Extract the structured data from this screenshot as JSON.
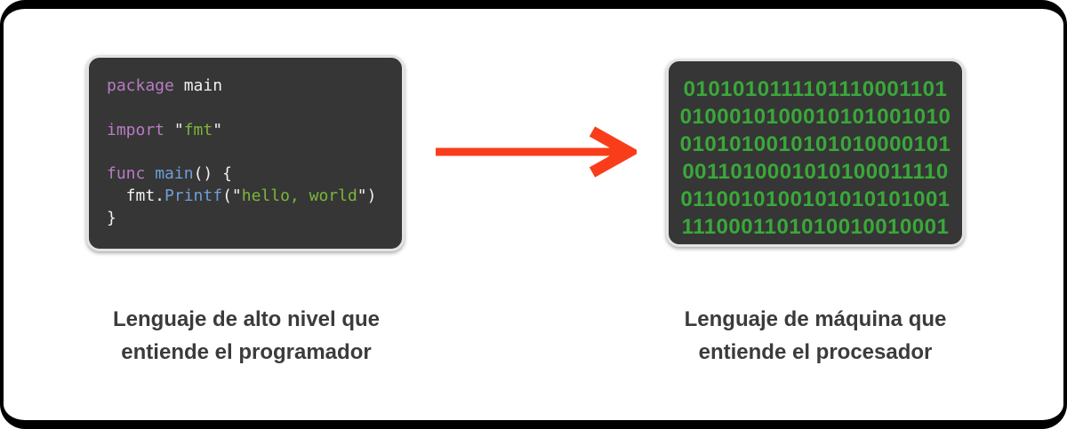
{
  "canvas": {
    "frame_color": "#000000",
    "background": "#ffffff"
  },
  "code_panel": {
    "background": "#363636",
    "border_color": "#e3e3e3",
    "token_colors": {
      "keyword": "#b87cc3",
      "plain": "#f1f1f1",
      "func": "#6f9ed6",
      "string": "#7cb63a"
    },
    "lines": [
      {
        "tokens": [
          {
            "text": "package",
            "type": "keyword"
          },
          {
            "text": " main",
            "type": "plain"
          }
        ]
      },
      {
        "tokens": []
      },
      {
        "tokens": [
          {
            "text": "import",
            "type": "keyword"
          },
          {
            "text": " \"",
            "type": "plain"
          },
          {
            "text": "fmt",
            "type": "string"
          },
          {
            "text": "\"",
            "type": "plain"
          }
        ]
      },
      {
        "tokens": []
      },
      {
        "tokens": [
          {
            "text": "func",
            "type": "keyword"
          },
          {
            "text": " ",
            "type": "plain"
          },
          {
            "text": "main",
            "type": "func"
          },
          {
            "text": "() {",
            "type": "plain"
          }
        ]
      },
      {
        "tokens": [
          {
            "text": "  fmt.",
            "type": "plain"
          },
          {
            "text": "Printf",
            "type": "func"
          },
          {
            "text": "(\"",
            "type": "plain"
          },
          {
            "text": "hello, world",
            "type": "string"
          },
          {
            "text": "\")",
            "type": "plain"
          }
        ]
      },
      {
        "tokens": [
          {
            "text": "}",
            "type": "plain"
          }
        ]
      }
    ]
  },
  "binary_panel": {
    "background": "#363636",
    "border_color": "#e3e3e3",
    "digit_color": "#3aa83a",
    "lines": [
      "0101010111101110001101",
      "0100010100010101001010",
      "0101010010101010000101",
      "0011010001010100011110",
      "0110010100101010101001",
      "1110001101010010010001"
    ]
  },
  "arrow": {
    "color": "#f93d1b",
    "direction": "right"
  },
  "captions": {
    "color": "#3b3b3b",
    "left": {
      "line1": "Lenguaje de alto nivel que",
      "line2": "entiende el programador"
    },
    "right": {
      "line1": "Lenguaje de máquina que",
      "line2": "entiende el procesador"
    }
  }
}
